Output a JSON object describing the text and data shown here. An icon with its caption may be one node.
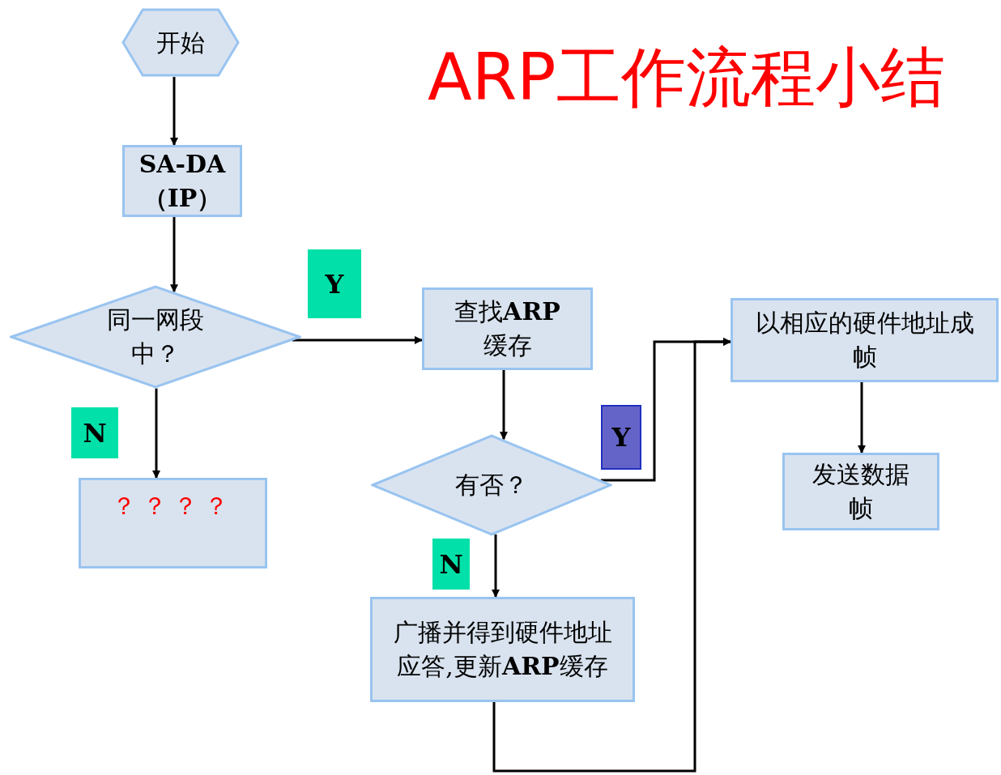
{
  "diagram": {
    "title": "ARP工作流程小结",
    "nodes": [
      {
        "text": [
          "开始"
        ]
      },
      {
        "text": [
          "SA-DA （IP）"
        ]
      },
      {
        "text": [
          "同一网段中？"
        ]
      },
      {
        "text": [
          "查找**ARP**缓存"
        ]
      },
      {
        "text": [
          "以相应的硬件地址成帧"
        ]
      },
      {
        "text": [
          "有否？"
        ]
      },
      {
        "text": [
          "？？？？"
        ]
      },
      {
        "text": [
          "发送数据帧"
        ]
      },
      {
        "text": [
          "广播并得到硬件地址应答,更新**ARP**缓存"
        ]
      }
    ],
    "edges": [
      {
        "from": 0,
        "to": 1,
        "arrow": "to"
      },
      {
        "from": 1,
        "to": 2,
        "arrow": "to"
      },
      {
        "from": 2,
        "to": 3,
        "arrow": "to",
        "label": "Y"
      },
      {
        "from": 2,
        "to": 6,
        "arrow": "to",
        "label": "N"
      },
      {
        "from": 3,
        "to": 5,
        "arrow": "to"
      },
      {
        "from": 5,
        "to": 4,
        "arrow": "to",
        "label": "Y"
      },
      {
        "from": 5,
        "to": 8,
        "arrow": "to",
        "label": "N"
      },
      {
        "from": 4,
        "to": 7,
        "arrow": "to"
      },
      {
        "from": 8,
        "to": 4,
        "arrow": "to"
      }
    ]
  }
}
